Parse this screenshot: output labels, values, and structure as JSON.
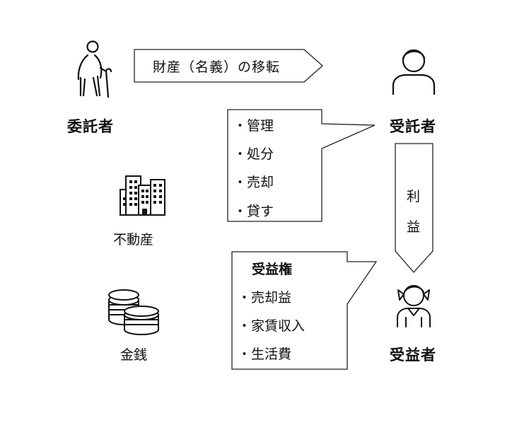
{
  "entrustor": {
    "label": "委託者",
    "icon": "elderly-person-icon"
  },
  "trustee": {
    "label": "受託者",
    "icon": "person-icon"
  },
  "beneficiary": {
    "label": "受益者",
    "icon": "girl-icon"
  },
  "transfer_arrow": {
    "label": "財産（名義）の移転"
  },
  "benefit_arrow": {
    "chars": [
      "利",
      "益"
    ]
  },
  "assets": [
    {
      "label": "不動産",
      "icon": "buildings-icon"
    },
    {
      "label": "金銭",
      "icon": "coins-icon"
    }
  ],
  "trustee_actions": {
    "items": [
      "・管理",
      "・処分",
      "・売却",
      "・貸す"
    ]
  },
  "beneficiary_rights": {
    "title": "受益権",
    "items": [
      "・売却益",
      "・家賃収入",
      "・生活費"
    ]
  }
}
